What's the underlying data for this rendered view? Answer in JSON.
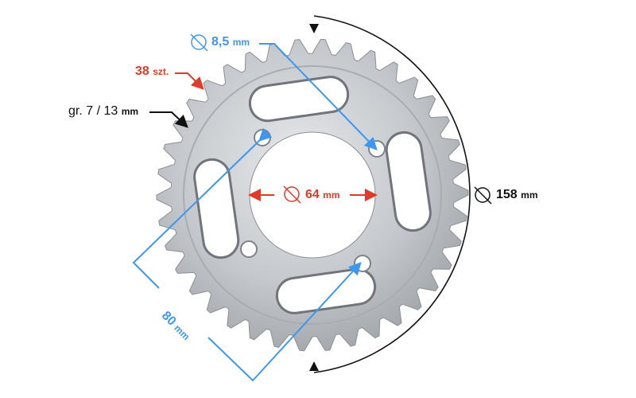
{
  "annotations": {
    "teeth_count": {
      "value": "38",
      "unit": "szt."
    },
    "thickness": {
      "prefix": "gr.",
      "value": "7 / 13",
      "unit": "mm"
    },
    "bolt_hole_diameter": {
      "value": "8,5",
      "unit": "mm"
    },
    "inner_diameter": {
      "value": "64",
      "unit": "mm"
    },
    "outer_diameter": {
      "value": "158",
      "unit": "mm"
    },
    "bolt_spacing": {
      "value": "80",
      "unit": "mm"
    }
  },
  "colors": {
    "blue": "#3d97f0",
    "red": "#e03a2a",
    "black": "#111111",
    "metal": "#c9ccd0"
  }
}
